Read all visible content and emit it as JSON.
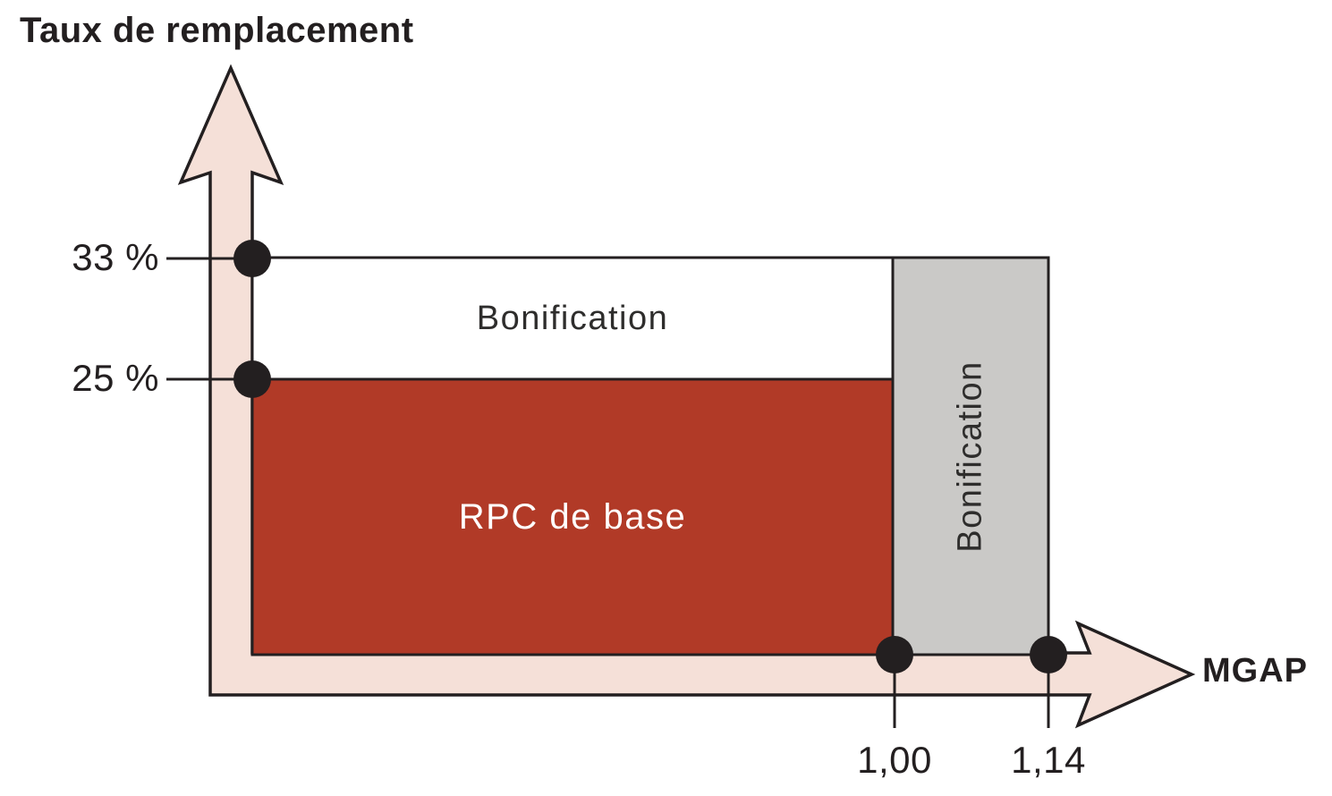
{
  "colors": {
    "rpc_red": "#b13a27",
    "bonification_gray": "#cac9c7",
    "bonification_white": "#ffffff",
    "axis_arrow_fill": "#f5e0d8",
    "outline_black": "#231f20"
  },
  "axes": {
    "y_title": "Taux de remplacement",
    "x_title": "MGAP",
    "y_ticks": [
      {
        "label": "33 %",
        "value_percent": 33
      },
      {
        "label": "25 %",
        "value_percent": 25
      }
    ],
    "x_ticks": [
      {
        "label": "1,00",
        "value": 1.0
      },
      {
        "label": "1,14",
        "value": 1.14
      }
    ]
  },
  "areas": {
    "bonification_top": "Bonification",
    "bonification_right": "Bonification",
    "rpc_base": "RPC de base"
  },
  "chart_data": {
    "type": "area",
    "title": "",
    "xlabel": "MGAP",
    "ylabel": "Taux de remplacement",
    "x_range": [
      0,
      1.14
    ],
    "y_range_percent": [
      0,
      33
    ],
    "x_ticks": [
      1.0,
      1.14
    ],
    "y_ticks_percent": [
      25,
      33
    ],
    "grid": false,
    "legend": false,
    "regions": [
      {
        "name": "RPC de base",
        "x_start": 0,
        "x_end": 1.0,
        "y_start_percent": 0,
        "y_end_percent": 25,
        "fill": "#b13a27",
        "text_color": "#ffffff"
      },
      {
        "name": "Bonification",
        "x_start": 0,
        "x_end": 1.0,
        "y_start_percent": 25,
        "y_end_percent": 33,
        "fill": "#ffffff",
        "text_color": "#2e2d2c"
      },
      {
        "name": "Bonification",
        "x_start": 1.0,
        "x_end": 1.14,
        "y_start_percent": 0,
        "y_end_percent": 33,
        "fill": "#cac9c7",
        "text_color": "#2e2d2c"
      }
    ],
    "marked_points": [
      {
        "axis": "y",
        "label": "33 %",
        "value_percent": 33
      },
      {
        "axis": "y",
        "label": "25 %",
        "value_percent": 25
      },
      {
        "axis": "x",
        "label": "1,00",
        "value": 1.0
      },
      {
        "axis": "x",
        "label": "1,14",
        "value": 1.14
      }
    ]
  }
}
